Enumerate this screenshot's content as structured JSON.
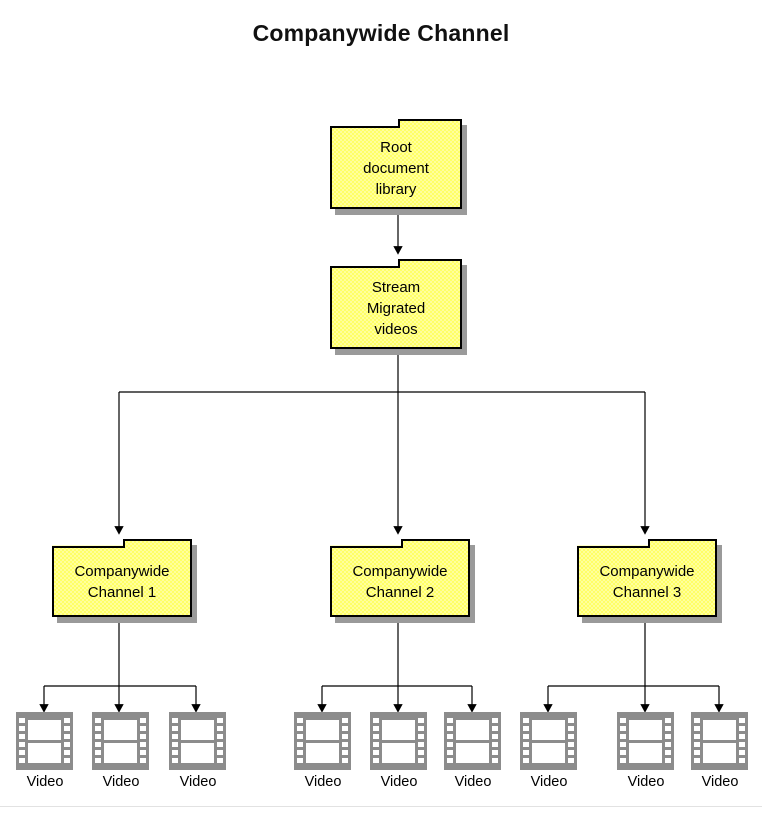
{
  "title": "Companywide Channel",
  "theme": {
    "node_fill": "#ffff66",
    "node_fill_alt": "#ffff9c",
    "node_border": "#000000",
    "node_shadow": "#9a9a9a",
    "connector": "#000000",
    "icon_gray": "#8c8c8c",
    "page_background": "#ffffff",
    "rule": "#e2e2e2"
  },
  "nodes": {
    "root": {
      "label": "Root\ndocument\nlibrary",
      "shape": "folder"
    },
    "stream": {
      "label": "Stream\nMigrated\nvideos",
      "shape": "folder"
    },
    "channels": [
      {
        "label": "Companywide\nChannel 1",
        "shape": "folder"
      },
      {
        "label": "Companywide\nChannel 2",
        "shape": "folder"
      },
      {
        "label": "Companywide\nChannel 3",
        "shape": "folder"
      }
    ]
  },
  "videos": {
    "icon": "film-strip-icon",
    "groups": [
      {
        "channel": "Companywide Channel 1",
        "items": [
          {
            "label": "Video"
          },
          {
            "label": "Video"
          },
          {
            "label": "Video"
          }
        ]
      },
      {
        "channel": "Companywide Channel 2",
        "items": [
          {
            "label": "Video"
          },
          {
            "label": "Video"
          },
          {
            "label": "Video"
          }
        ]
      },
      {
        "channel": "Companywide Channel 3",
        "items": [
          {
            "label": "Video"
          },
          {
            "label": "Video"
          },
          {
            "label": "Video"
          }
        ]
      }
    ]
  },
  "chart_data": {
    "type": "tree-diagram",
    "title": "Companywide Channel",
    "levels": [
      {
        "level": 0,
        "nodes": [
          "Root document library"
        ]
      },
      {
        "level": 1,
        "nodes": [
          "Stream Migrated videos"
        ]
      },
      {
        "level": 2,
        "nodes": [
          "Companywide Channel 1",
          "Companywide Channel 2",
          "Companywide Channel 3"
        ]
      },
      {
        "level": 3,
        "nodes": [
          "Video",
          "Video",
          "Video",
          "Video",
          "Video",
          "Video",
          "Video",
          "Video",
          "Video"
        ]
      }
    ],
    "edges": [
      {
        "from": "Root document library",
        "to": "Stream Migrated videos"
      },
      {
        "from": "Stream Migrated videos",
        "to": "Companywide Channel 1"
      },
      {
        "from": "Stream Migrated videos",
        "to": "Companywide Channel 2"
      },
      {
        "from": "Stream Migrated videos",
        "to": "Companywide Channel 3"
      },
      {
        "from": "Companywide Channel 1",
        "to": "Video"
      },
      {
        "from": "Companywide Channel 1",
        "to": "Video"
      },
      {
        "from": "Companywide Channel 1",
        "to": "Video"
      },
      {
        "from": "Companywide Channel 2",
        "to": "Video"
      },
      {
        "from": "Companywide Channel 2",
        "to": "Video"
      },
      {
        "from": "Companywide Channel 2",
        "to": "Video"
      },
      {
        "from": "Companywide Channel 3",
        "to": "Video"
      },
      {
        "from": "Companywide Channel 3",
        "to": "Video"
      },
      {
        "from": "Companywide Channel 3",
        "to": "Video"
      }
    ]
  }
}
